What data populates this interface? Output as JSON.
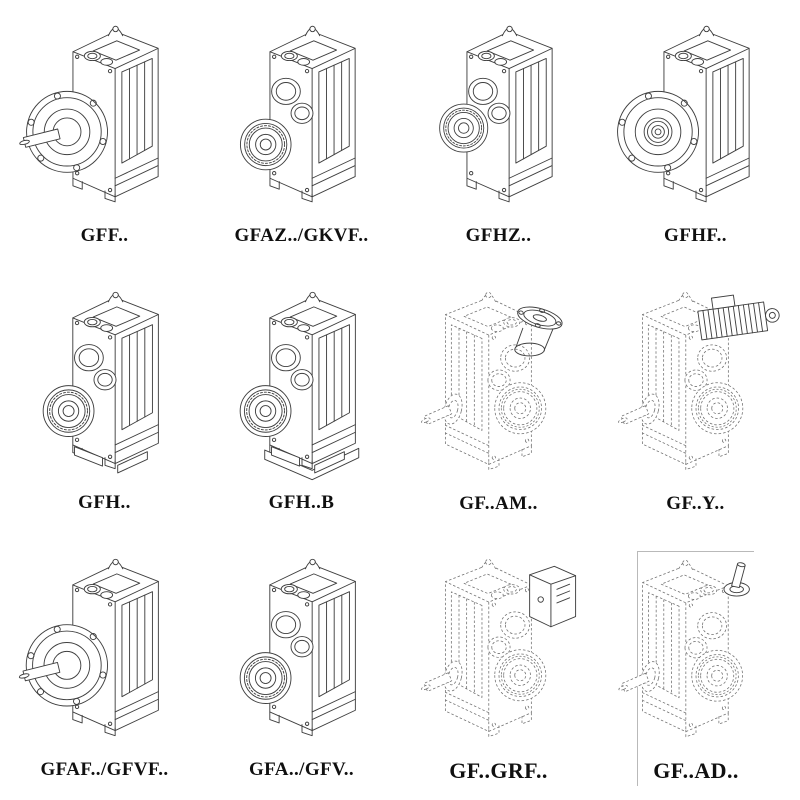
{
  "catalog": {
    "items": [
      {
        "label": "GFF.."
      },
      {
        "label": "GFAZ../GKVF.."
      },
      {
        "label": "GFHZ.."
      },
      {
        "label": "GFHF.."
      },
      {
        "label": "GFH.."
      },
      {
        "label": "GFH..B"
      },
      {
        "label": "GF..AM.."
      },
      {
        "label": "GF..Y.."
      },
      {
        "label": "GFAF../GFVF.."
      },
      {
        "label": "GFA../GFV.."
      },
      {
        "label": "GF..GRF.."
      },
      {
        "label": "GF..AD.."
      }
    ],
    "style": {
      "line_color": "#3f3f3f",
      "dashed_line_color": "#6f6f6f",
      "label_color": "#101010",
      "background": "#ffffff"
    }
  }
}
